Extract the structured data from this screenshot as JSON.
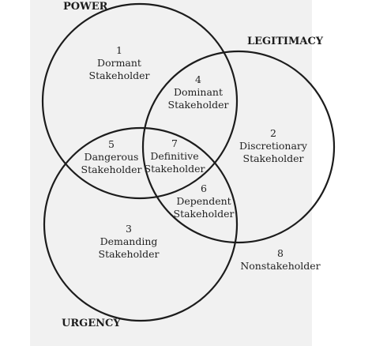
{
  "sets": {
    "power": "POWER",
    "legitimacy": "LEGITIMACY",
    "urgency": "URGENCY"
  },
  "regions": [
    {
      "number": "1",
      "line1": "Dormant",
      "line2": "Stakeholder"
    },
    {
      "number": "2",
      "line1": "Discretionary",
      "line2": "Stakeholder"
    },
    {
      "number": "3",
      "line1": "Demanding",
      "line2": "Stakeholder"
    },
    {
      "number": "4",
      "line1": "Dominant",
      "line2": "Stakeholder"
    },
    {
      "number": "5",
      "line1": "Dangerous",
      "line2": "Stakeholder"
    },
    {
      "number": "6",
      "line1": "Dependent",
      "line2": "Stakeholder"
    },
    {
      "number": "7",
      "line1": "Definitive",
      "line2": "Stakeholder"
    },
    {
      "number": "8",
      "line1": "Nonstakeholder",
      "line2": ""
    }
  ],
  "colors": {
    "line": "#1c1c1c",
    "background": "#f1f1f1"
  }
}
